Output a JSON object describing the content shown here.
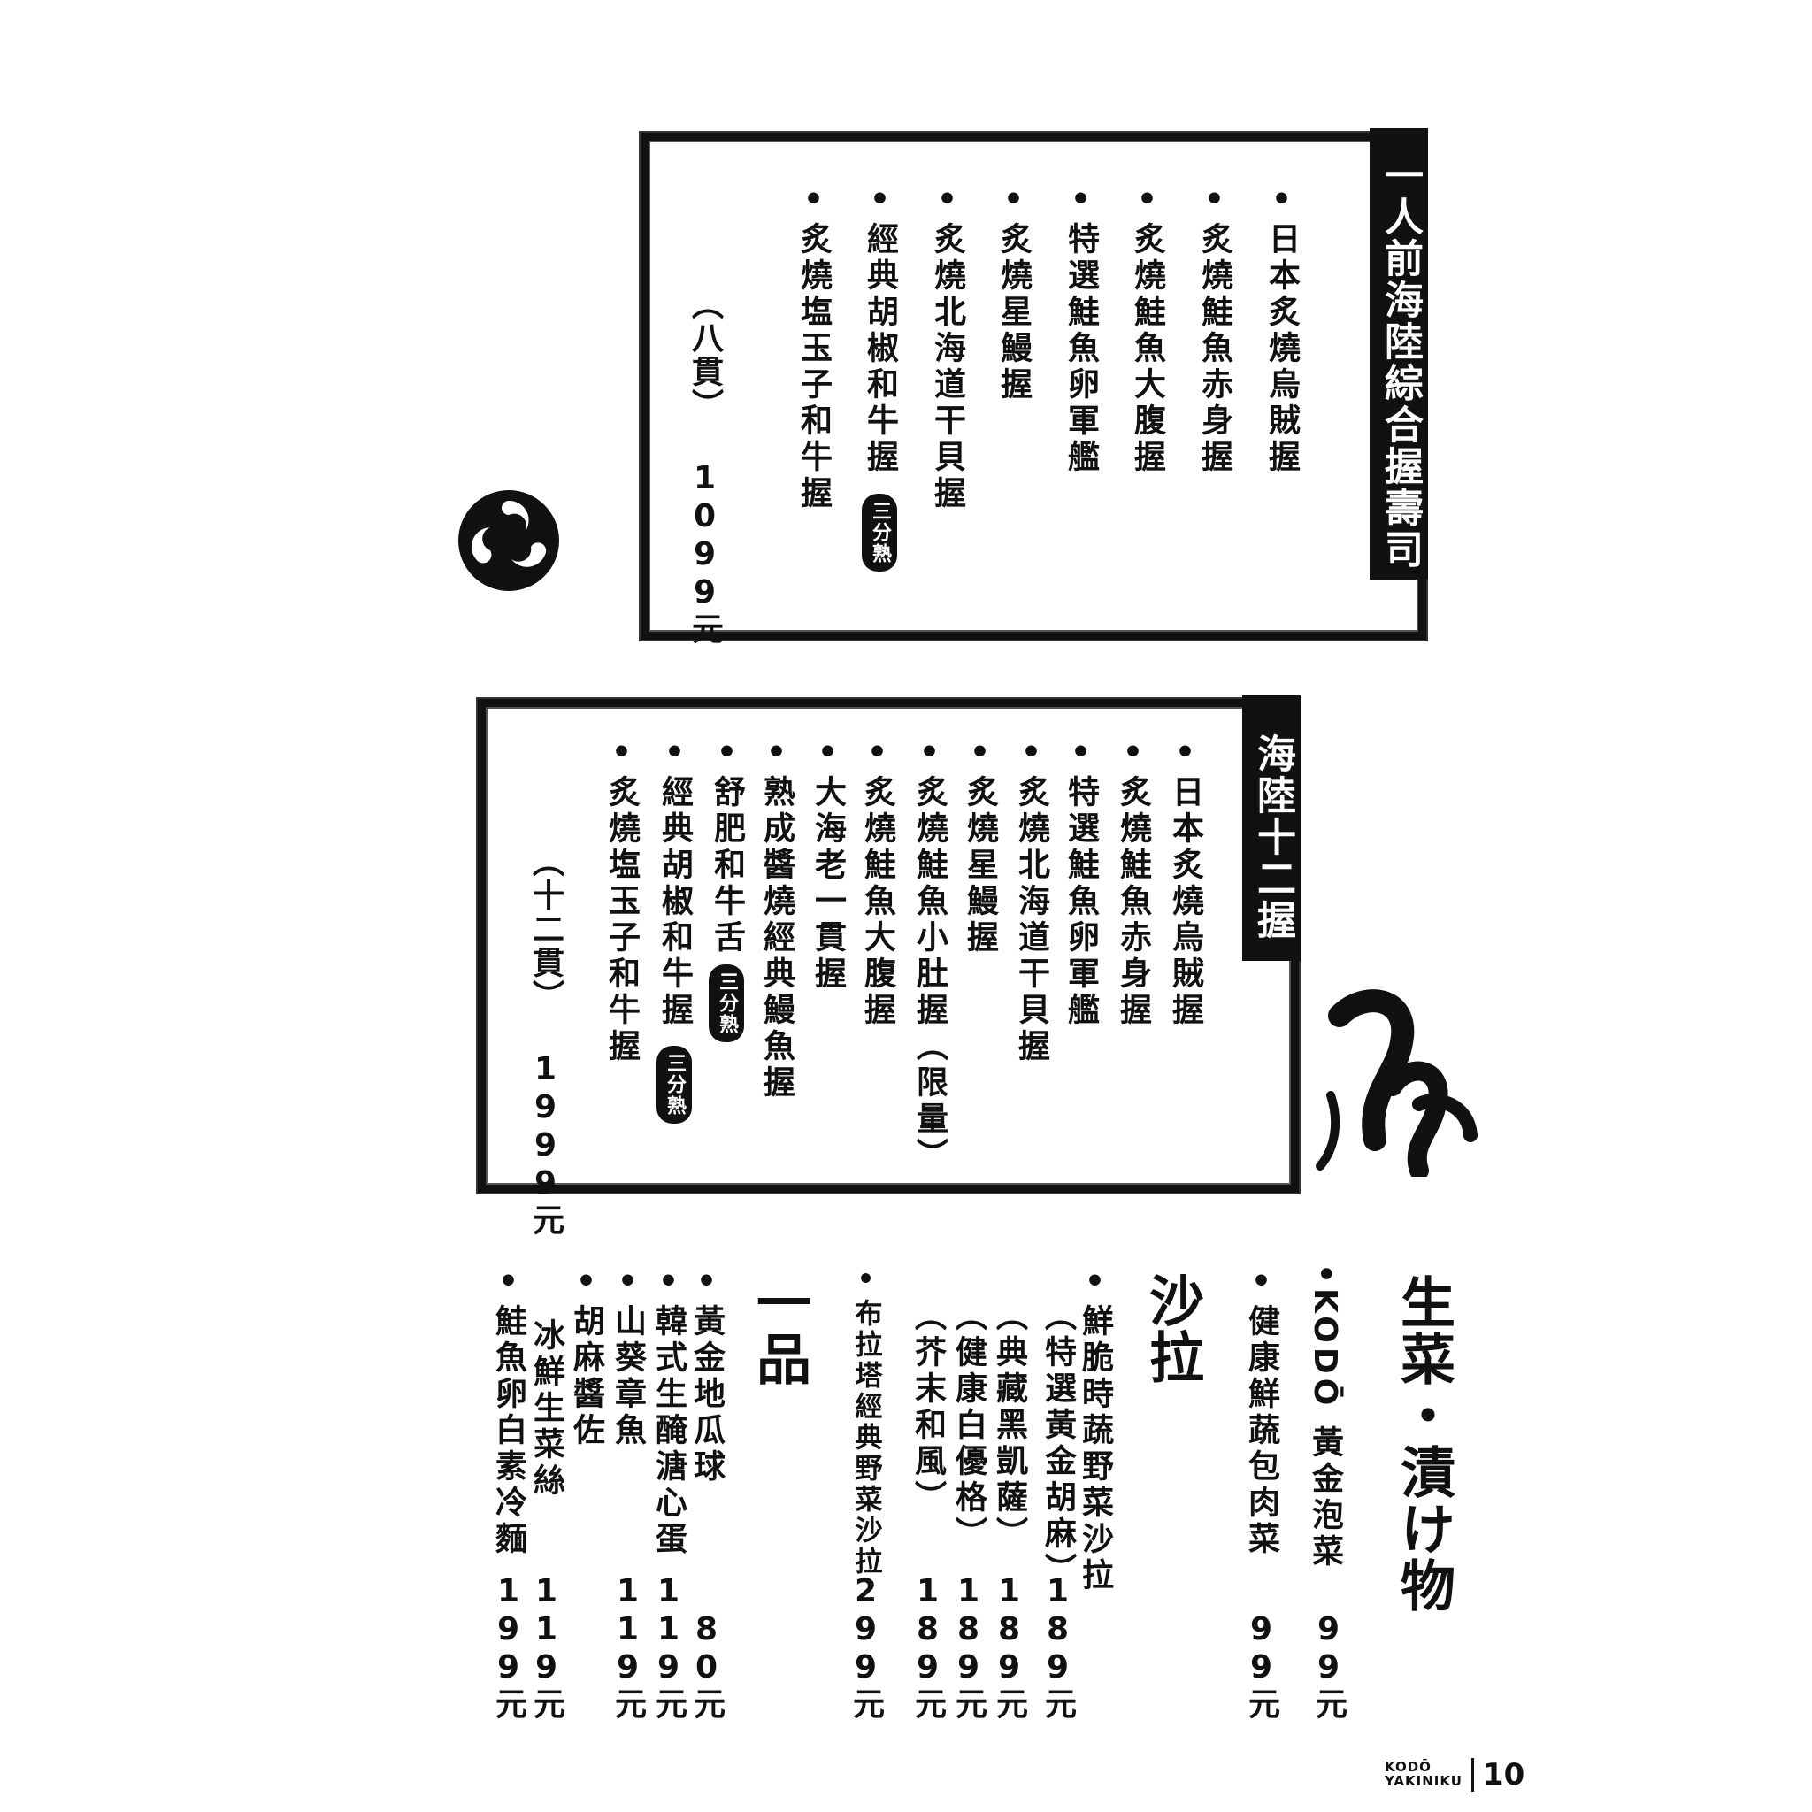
{
  "set1": {
    "title": "一人前海陸綜合握壽司",
    "items": [
      "日本炙燒烏賊握",
      "炙燒鮭魚赤身握",
      "炙燒鮭魚大腹握",
      "特選鮭魚卵軍艦",
      "炙燒星鰻握",
      "炙燒北海道干貝握",
      "經典胡椒和牛握",
      "炙燒塩玉子和牛握"
    ],
    "badge": "三分熟",
    "price": "（八貫） 1099元"
  },
  "set2": {
    "title": "海陸十二握",
    "items": [
      "日本炙燒烏賊握",
      "炙燒鮭魚赤身握",
      "特選鮭魚卵軍艦",
      "炙燒北海道干貝握",
      "炙燒星鰻握",
      "炙燒鮭魚小肚握（限量）",
      "炙燒鮭魚大腹握",
      "大海老一貫握",
      "熟成醬燒經典鰻魚握",
      "舒肥和牛舌",
      "經典胡椒和牛握",
      "炙燒塩玉子和牛握"
    ],
    "badge": "三分熟",
    "price": "（十二貫） 1999元"
  },
  "pickles": {
    "heading": "生菜・漬け物",
    "items": [
      {
        "name": "KODŌ 黃金泡菜",
        "price": "99元"
      },
      {
        "name": "健康鮮蔬包肉菜",
        "price": "99元"
      }
    ]
  },
  "salad": {
    "heading": "沙拉",
    "main": "鮮脆時蔬野菜沙拉",
    "options": [
      {
        "name": "（特選黃金胡麻）",
        "price": "189元"
      },
      {
        "name": "（典藏黑凱薩）",
        "price": "189元"
      },
      {
        "name": "（健康白優格）",
        "price": "189元"
      },
      {
        "name": "（芥末和風）",
        "price": "189元"
      }
    ],
    "burrata": {
      "name": "布拉塔經典野菜沙拉",
      "price": "299元"
    }
  },
  "dishes": {
    "heading": "一品",
    "items": [
      {
        "name": "黃金地瓜球",
        "price": "80元"
      },
      {
        "name": "韓式生醃溏心蛋",
        "price": "119元"
      },
      {
        "name": "山葵章魚",
        "price": "119元"
      },
      {
        "name": "胡麻醬佐",
        "name2": "冰鮮生菜絲",
        "price": "119元"
      },
      {
        "name": "鮭魚卵白素冷麵",
        "price": "199元"
      }
    ]
  },
  "footer": {
    "brand1": "KODŌ",
    "brand2": "YAKINIKU",
    "page": "10"
  }
}
